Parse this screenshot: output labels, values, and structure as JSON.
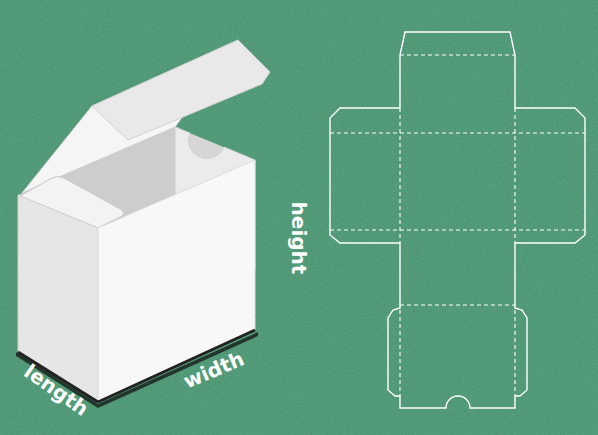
{
  "diagram": {
    "labels": [
      "length",
      "width",
      "height"
    ]
  }
}
